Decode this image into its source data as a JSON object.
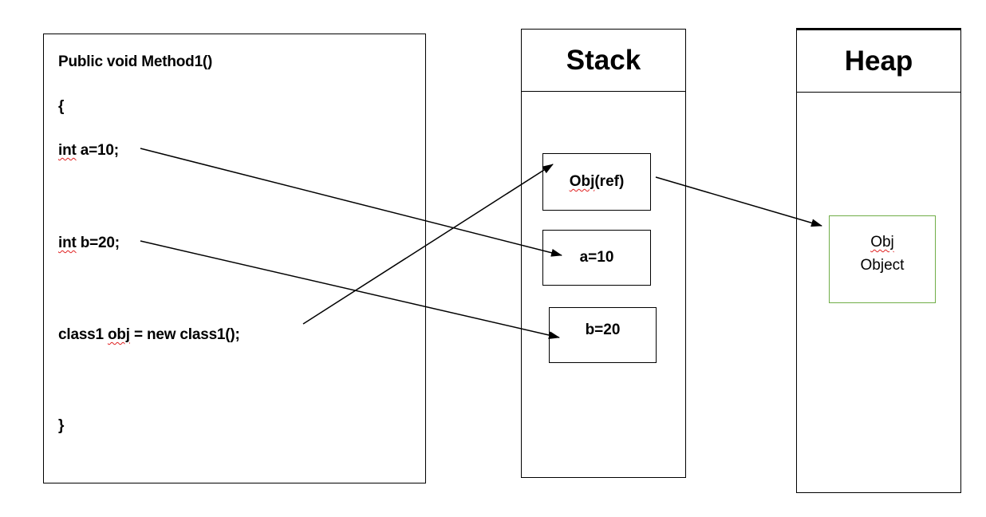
{
  "code": {
    "signature": "Public void Method1()",
    "open_brace": "{",
    "line_a_keyword": "int",
    "line_a_rest": " a=10;",
    "line_b_keyword": "int",
    "line_b_rest": " b=20;",
    "line_obj_prefix": "class1 ",
    "line_obj_var": "obj",
    "line_obj_rest": " = new class1();",
    "close_brace": "}"
  },
  "stack": {
    "title": "Stack",
    "cell_ref_name": "Obj",
    "cell_ref_suffix": "(ref)",
    "cell_a": "a=10",
    "cell_b": "b=20"
  },
  "heap": {
    "title": "Heap",
    "object_name": "Obj",
    "object_label": "Object"
  },
  "colors": {
    "heap_object_border": "#70ad47",
    "spellcheck_underline": "#e02020",
    "line": "#000000"
  }
}
